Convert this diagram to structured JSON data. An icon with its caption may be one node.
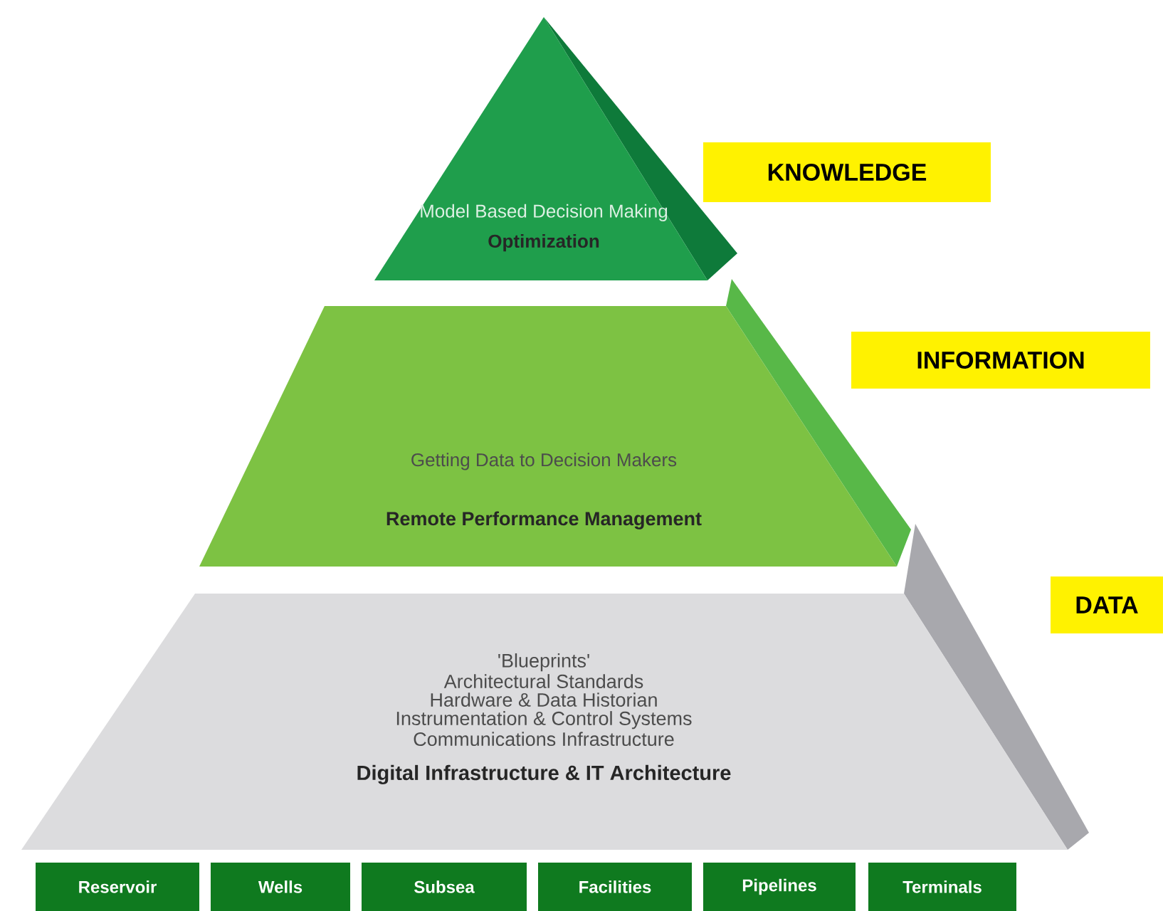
{
  "diagram": {
    "nodes": [
      {
        "text": [
          "Model Based Decision Making",
          "Optimization"
        ]
      },
      {
        "text": [
          "KNOWLEDGE"
        ]
      },
      {
        "text": [
          "Getting Data to Decision Makers",
          "Remote Performance Management"
        ]
      },
      {
        "text": [
          "INFORMATION"
        ]
      },
      {
        "text": [
          "'Blueprints'",
          "Architectural Standards",
          "Hardware & Data Historian",
          "Instrumentation & Control Systems",
          "Communications Infrastructure",
          "Digital Infrastructure & IT Architecture"
        ]
      },
      {
        "text": [
          "DATA"
        ]
      },
      {
        "text": [
          "Reservoir"
        ]
      },
      {
        "text": [
          "Wells"
        ]
      },
      {
        "text": [
          "Subsea"
        ]
      },
      {
        "text": [
          "Facilities"
        ]
      },
      {
        "text": [
          "Pipelines"
        ]
      },
      {
        "text": [
          "Terminals"
        ]
      }
    ]
  }
}
